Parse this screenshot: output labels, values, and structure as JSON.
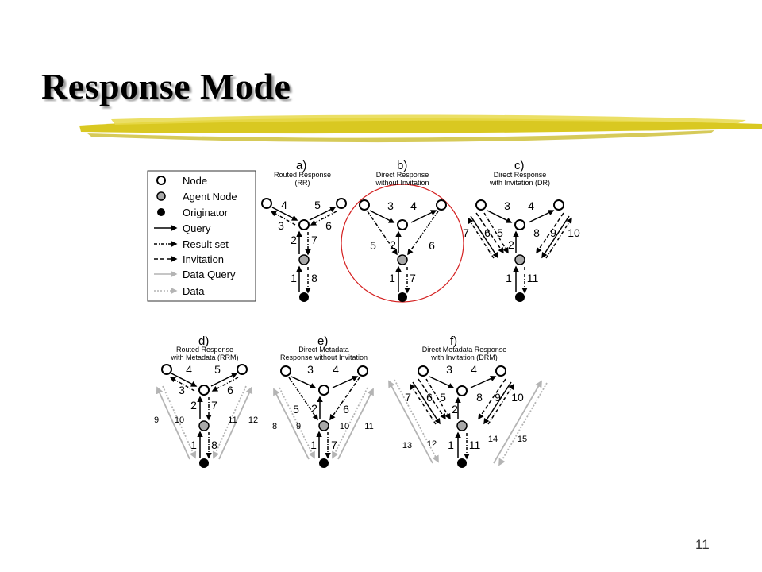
{
  "slide": {
    "title": "Response Mode",
    "page_number": "11"
  },
  "legend": {
    "items": [
      "Node",
      "Agent Node",
      "Originator",
      "Query",
      "Result set",
      "Invitation",
      "Data Query",
      "Data"
    ]
  },
  "panels": [
    {
      "letter": "a)",
      "caption": [
        "Routed Response",
        "(RR)"
      ],
      "labels": [
        "4",
        "5",
        "3",
        "6",
        "2",
        "7",
        "1",
        "8"
      ]
    },
    {
      "letter": "b)",
      "caption": [
        "Direct Response",
        "without Invitation"
      ],
      "labels": [
        "3",
        "4",
        "5",
        "2",
        "6",
        "1",
        "7"
      ]
    },
    {
      "letter": "c)",
      "caption": [
        "Direct Response",
        "with Invitation (DR)"
      ],
      "labels": [
        "3",
        "4",
        "7",
        "6",
        "5",
        "2",
        "8",
        "9",
        "10",
        "1",
        "11"
      ]
    },
    {
      "letter": "d)",
      "caption": [
        "Routed Response",
        "with Metadata (RRM)"
      ],
      "labels": [
        "4",
        "5",
        "3",
        "6",
        "2",
        "7",
        "1",
        "8",
        "9",
        "10",
        "11",
        "12"
      ]
    },
    {
      "letter": "e)",
      "caption": [
        "Direct Metadata",
        "Response without Invitation"
      ],
      "labels": [
        "3",
        "4",
        "5",
        "2",
        "6",
        "1",
        "7",
        "8",
        "9",
        "10",
        "11"
      ]
    },
    {
      "letter": "f)",
      "caption": [
        "Direct Metadata Response",
        "with Invitation (DRM)"
      ],
      "labels": [
        "3",
        "4",
        "7",
        "6",
        "5",
        "2",
        "8",
        "9",
        "10",
        "1",
        "11",
        "13",
        "12",
        "14",
        "15"
      ]
    }
  ],
  "colors": {
    "highlight_circle": "#d42020",
    "underline": "#d4c21a",
    "agent_node": "#a8a8a8",
    "data_arrow": "#b4b4b4"
  }
}
